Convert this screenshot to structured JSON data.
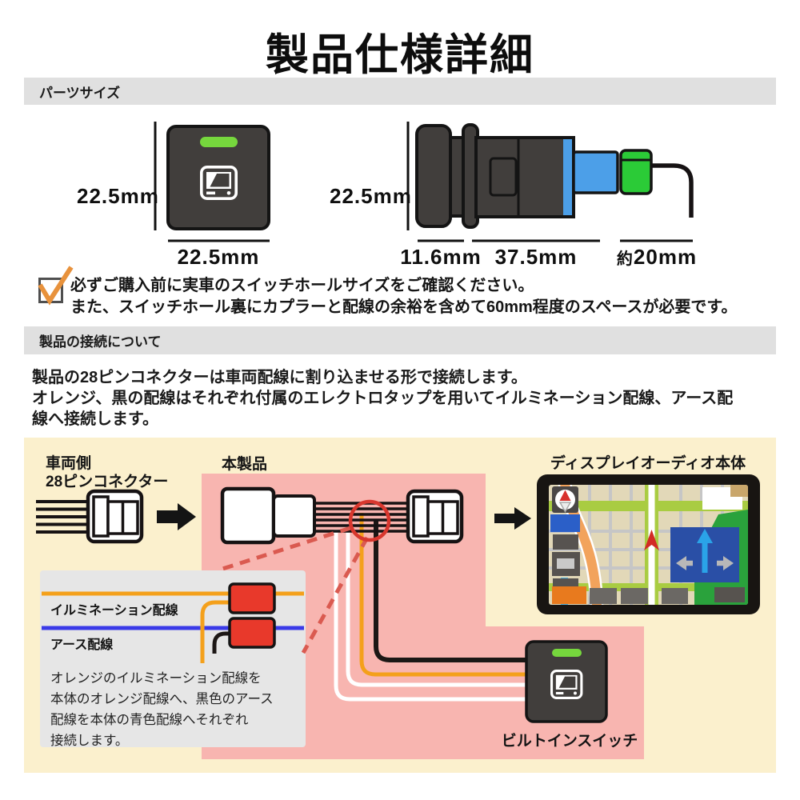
{
  "title": "製品仕様詳細",
  "sections": {
    "parts": "パーツサイズ",
    "connection": "製品の接続について"
  },
  "dimensions": {
    "front_height": "22.5mm",
    "front_width": "22.5mm",
    "side_height": "22.5mm",
    "side_head_depth": "11.6mm",
    "side_body_depth": "37.5mm",
    "side_connector_prefix": "約",
    "side_connector_depth": "20mm"
  },
  "note": {
    "lines": [
      "必ずご購入前に実車のスイッチホールサイズをご確認ください。",
      "また、スイッチホール裏にカプラーと配線の余裕を含めて60mm程度のスペースが必要です。"
    ]
  },
  "connection_text": {
    "lines": [
      "製品の28ピンコネクターは車両配線に割り込ませる形で接続します。",
      "オレンジ、黒の配線はそれぞれ付属のエレクトロタップを用いてイルミネーション配線、アース配",
      "線へ接続します。"
    ]
  },
  "diagram": {
    "vehicle_connector_label_line1": "車両側",
    "vehicle_connector_label_line2": "28ピンコネクター",
    "product_label": "本製品",
    "display_audio_label": "ディスプレイオーディオ本体",
    "builtin_switch_label": "ビルトインスイッチ",
    "inset": {
      "illumination_label": "イルミネーション配線",
      "ground_label": "アース配線",
      "description_lines": [
        "オレンジのイルミネーション配線を",
        "本体のオレンジ配線へ、黒色のアース",
        "配線を本体の青色配線へそれぞれ",
        "接続します。"
      ]
    }
  },
  "icons": {
    "check_icon": "orange checkmark",
    "switch_display_icon": "white display/monitor glyph on switch face",
    "led_indicator": "green LED bar",
    "arrow_right_icon": "solid black right arrow",
    "compass_icon": "map compass needle red/white",
    "nav_position_icon": "red position arrow on map",
    "turn_arrows_icon": "blue panel with up/left/right arrows"
  },
  "colors": {
    "section_bar_gray": "#e0e0e0",
    "diagram_cream": "#fbf0cd",
    "product_pink": "#f8b5b0",
    "inset_gray": "#e6e6e6",
    "wire_orange": "#f4a01b",
    "ground_blue": "#3a3ae8",
    "tap_red": "#e8392b",
    "callout_red": "#d8372e",
    "led_green": "#76d73d",
    "connector_blue": "#4c9fe8",
    "connector_green": "#2bcb37",
    "switch_body": "#413e3c",
    "map_road_green": "#a9cc42",
    "map_panel_blue": "#2a4fa6",
    "check_orange": "#e8923c"
  }
}
